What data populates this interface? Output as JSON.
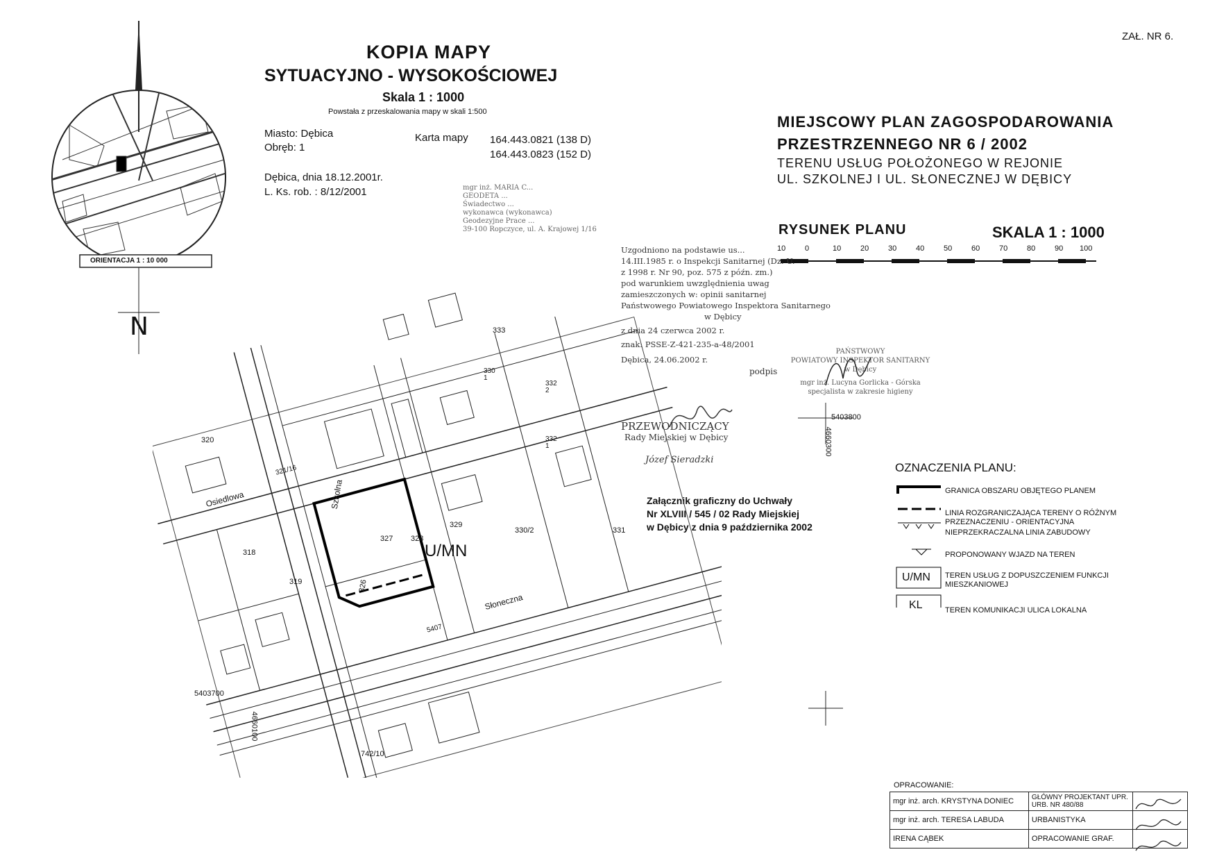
{
  "attachment": "ZAŁ. NR 6.",
  "survey": {
    "title1": "KOPIA MAPY",
    "title2": "SYTUACYJNO - WYSOKOŚCIOWEJ",
    "scale": "Skala 1 : 1000",
    "scale_note": "Powstała z przeskalowania mapy w skali 1:500",
    "city": "Miasto: Dębica",
    "precinct": "Obręb: 1",
    "sheet_label": "Karta mapy",
    "sheet1": "164.443.0821 (138 D)",
    "sheet2": "164.443.0823 (152 D)",
    "date": "Dębica, dnia 18.12.2001r.",
    "ledger": "L. Ks. rob. : 8/12/2001",
    "surveyor_stamp": [
      "mgr inż. MARIA C...",
      "GEODETA ...",
      "Świadectwo ...",
      "wykonawca (wykonawca)",
      "Geodezyjne Prace ...",
      "39-100 Ropczyce, ul. A. Krajowej 1/16"
    ]
  },
  "inset": {
    "label": "ORIENTACJA 1 : 10 000",
    "north": "N"
  },
  "plan": {
    "title1": "MIEJSCOWY PLAN ZAGOSPODAROWANIA",
    "title2": "PRZESTRZENNEGO NR 6 / 2002",
    "subtitle1": "TERENU USŁUG POŁOŻONEGO W REJONIE",
    "subtitle2": "UL. SZKOLNEJ I UL. SŁONECZNEJ W DĘBICY",
    "drawing_label": "RYSUNEK PLANU",
    "scale_label": "SKALA 1 : 1000",
    "scale_ticks": [
      "10",
      "0",
      "10",
      "20",
      "30",
      "40",
      "50",
      "60",
      "70",
      "80",
      "90",
      "100"
    ]
  },
  "sanitary": {
    "lines": [
      "Uzgodniono na podstawie us...",
      "14.III.1985 r. o Inspekcji Sanitarnej (Dz. U.",
      "z 1998 r. Nr 90, poz. 575 z późn. zm.)",
      "pod warunkiem uwzględnienia uwag",
      "zamieszczonych w: opinii sanitarnej",
      "Państwowego Powiatowego Inspektora Sanitarnego",
      "w Dębicy",
      "z dnia 24 czerwca 2002 r.",
      "znak: PSSE-Z-421-235-a-48/2001",
      "Dębica, 24.06.2002 r.",
      "podpis"
    ],
    "stamp": [
      "PAŃSTWOWY",
      "POWIATOWY INSPEKTOR SANITARNY",
      "w Dębicy",
      "mgr inż. Lucyna Gorlicka - Górska",
      "specjalista w zakresie higieny"
    ]
  },
  "council": {
    "chair": "PRZEWODNICZĄCY",
    "body": "Rady Miejskiej w Dębicy",
    "name": "Józef Sieradzki",
    "attach1": "Załącznik graficzny do Uchwały",
    "attach2": "Nr XLVIII / 545 / 02 Rady  Miejskiej",
    "attach3": "w  Dębicy z dnia 9 października 2002"
  },
  "coords": {
    "c1": "5403800",
    "c2": "4660300",
    "c3": "5403700",
    "c4": "4660100"
  },
  "map_labels": {
    "p320": "320",
    "p318": "318",
    "p319": "319",
    "p326": "326",
    "p327": "327",
    "p328": "328",
    "p329": "329",
    "p330_2": "330/2",
    "p331": "331",
    "p333": "333",
    "p330_1": "330\n1",
    "p332_2": "332\n2",
    "p332_1": "332\n1",
    "p742": "742/10",
    "p5407": "5407",
    "p3211": "321/16",
    "zone": "U/MN",
    "street1": "Osiedlowa",
    "street2": "Szkolna",
    "street3": "Słoneczna"
  },
  "legend": {
    "title": "OZNACZENIA PLANU:",
    "items": [
      "GRANICA OBSZARU OBJĘTEGO PLANEM",
      "LINIA ROZGRANICZAJĄCA TERENY O RÓŻNYM PRZEZNACZENIU - ORIENTACYJNA",
      "NIEPRZEKRACZALNA LINIA ZABUDOWY",
      "PROPONOWANY WJAZD NA TEREN",
      "TEREN USŁUG Z DOPUSZCZENIEM FUNKCJI MIESZKANIOWEJ",
      "TEREN KOMUNIKACJI ULICA LOKALNA"
    ],
    "codes": [
      "U/MN",
      "KL"
    ]
  },
  "credits": {
    "header": "OPRACOWANIE:",
    "rows": [
      [
        "mgr inż. arch. KRYSTYNA DONIEC",
        "GŁÓWNY PROJEKTANT UPR. URB. NR 480/88"
      ],
      [
        "mgr inż. arch. TERESA LABUDA",
        "URBANISTYKA"
      ],
      [
        "IRENA CĄBEK",
        "OPRACOWANIE GRAF."
      ]
    ]
  }
}
